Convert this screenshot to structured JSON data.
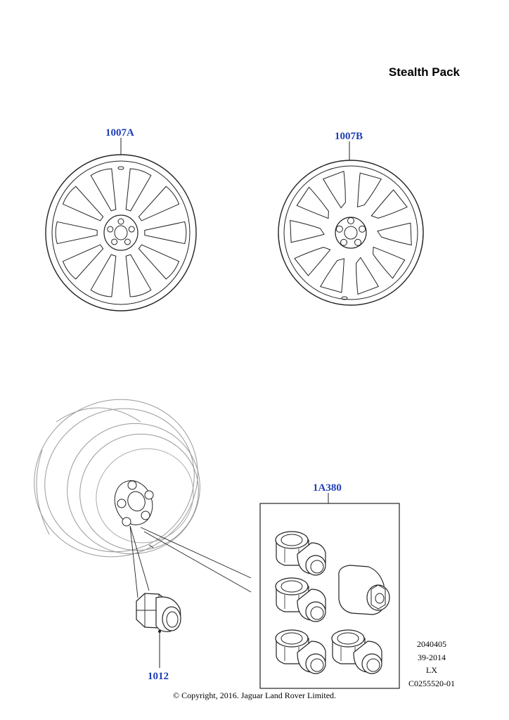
{
  "title": "Stealth Pack",
  "callouts": {
    "wheel_a": "1007A",
    "wheel_b": "1007B",
    "lock_kit": "1A380",
    "nut": "1012"
  },
  "reference": {
    "line1": "2040405",
    "line2": "39-2014",
    "line3": "LX",
    "line4": "C0255520-01"
  },
  "copyright": "© Copyright, 2016. Jaguar Land Rover Limited.",
  "colors": {
    "callout": "#1f3fb6",
    "line": "#222222",
    "faint": "#9a9a9a"
  }
}
